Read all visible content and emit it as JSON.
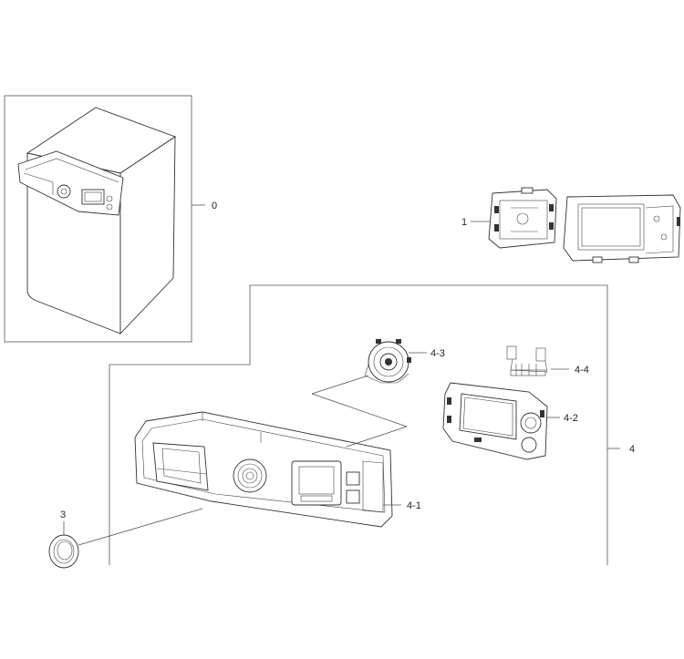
{
  "diagram": {
    "callouts": {
      "c0": "0",
      "c1": "1",
      "c3": "3",
      "c4": "4",
      "c41": "4-1",
      "c42": "4-2",
      "c43": "4-3",
      "c44": "4-4"
    }
  }
}
